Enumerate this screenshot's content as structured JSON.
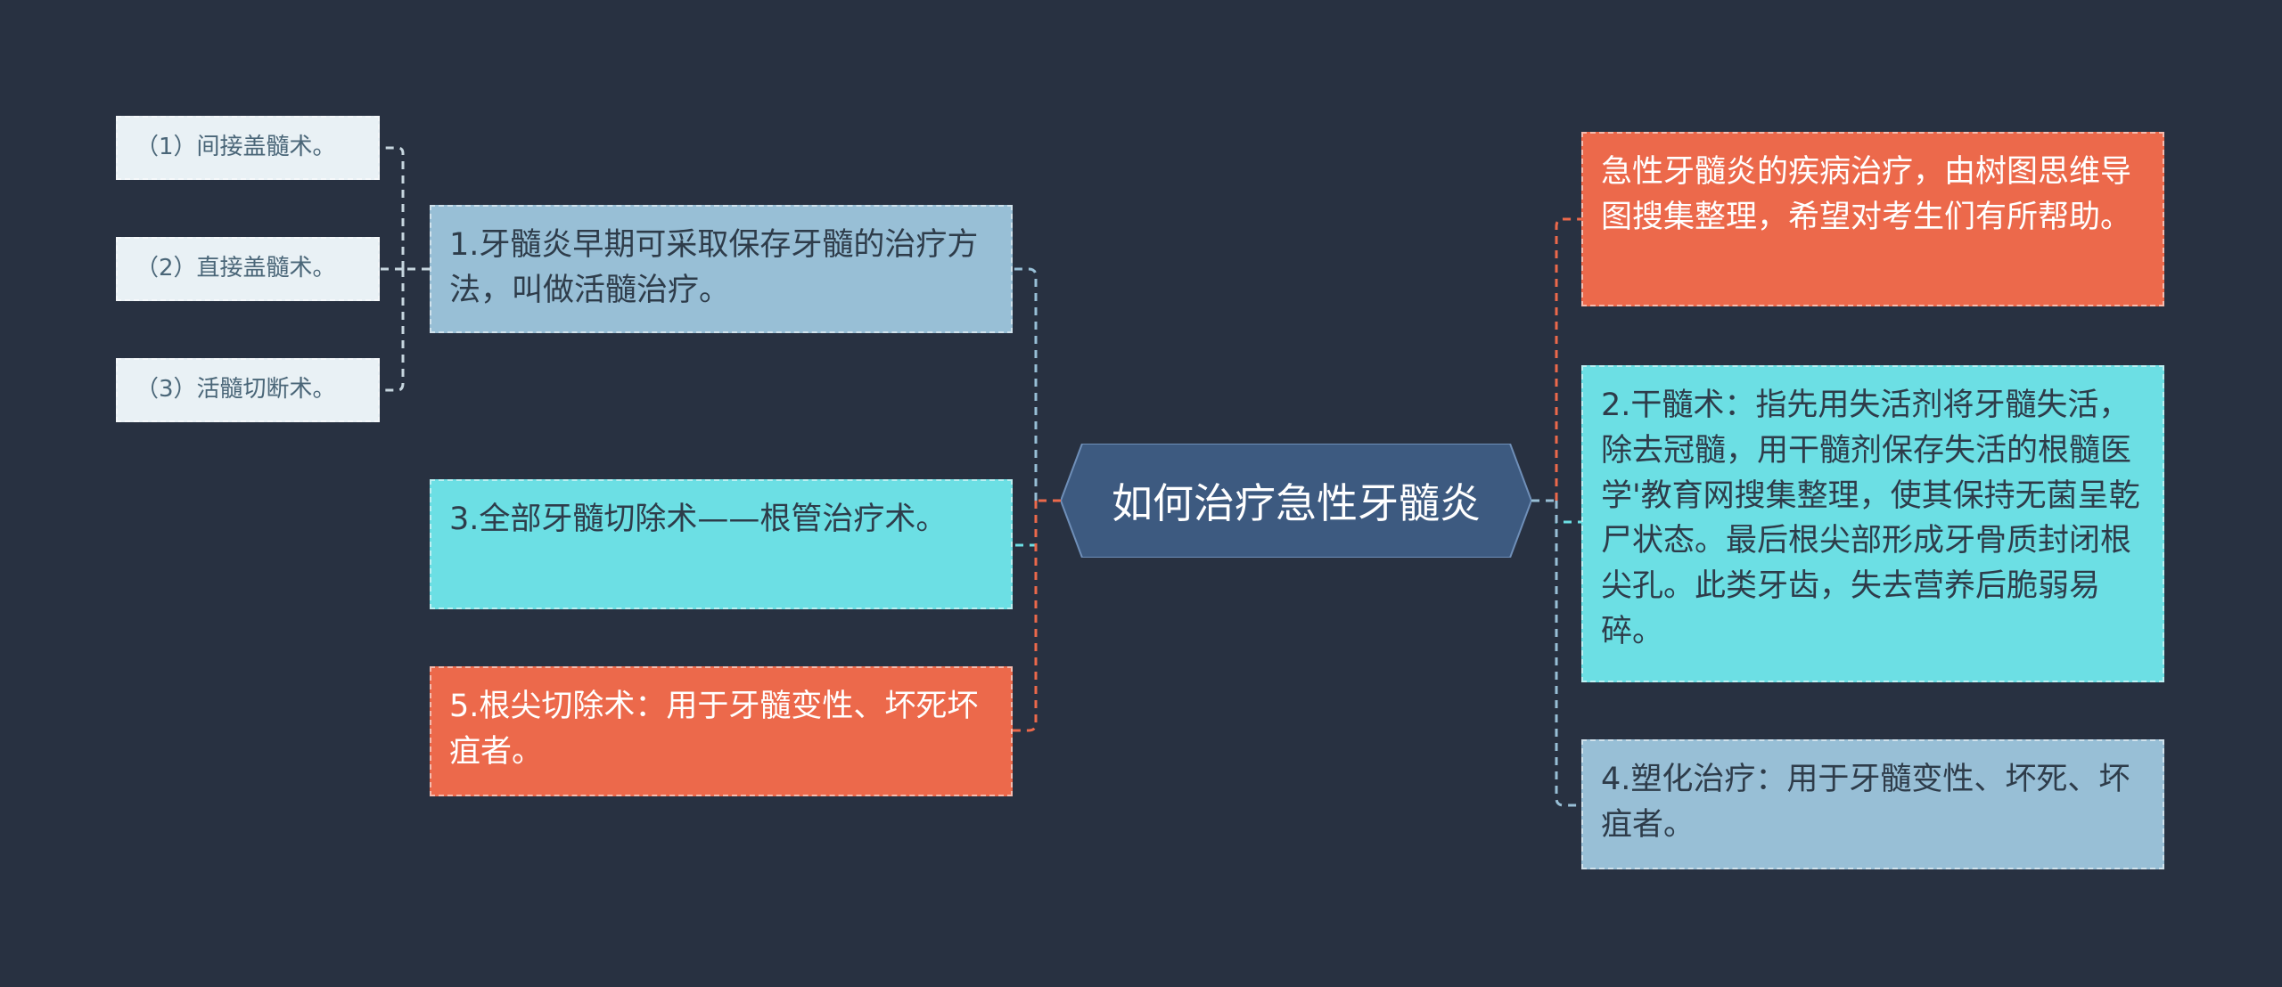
{
  "central_topic": "如何治疗急性牙髓炎",
  "left_branches": [
    {
      "text": "1.牙髓炎早期可采取保存牙髓的治疗方法，叫做活髓治疗。",
      "children": [
        "（1）间接盖髓术。",
        "（2）直接盖髓术。",
        "（3）活髓切断术。"
      ]
    },
    {
      "text": "3.全部牙髓切除术——根管治疗术。"
    },
    {
      "text": "5.根尖切除术：用于牙髓变性、坏死坏疽者。"
    }
  ],
  "right_branches": [
    {
      "text": "急性牙髓炎的疾病治疗，由树图思维导图搜集整理，希望对考生们有所帮助。"
    },
    {
      "text": "2.干髓术：指先用失活剂将牙髓失活，除去冠髓，用干髓剂保存失活的根髓医学'教育网搜集整理，使其保持无菌呈乾尸状态。最后根尖部形成牙骨质封闭根尖孔。此类牙齿，失去营养后脆弱易碎。"
    },
    {
      "text": "4.塑化治疗：用于牙髓变性、坏死、坏疽者。"
    }
  ],
  "colors": {
    "background": "#283141",
    "center": "#3d5a80",
    "blue": "#98bfd6",
    "cyan": "#6cdfe4",
    "orange": "#ec694b",
    "leaf": "#e9f1f5"
  }
}
